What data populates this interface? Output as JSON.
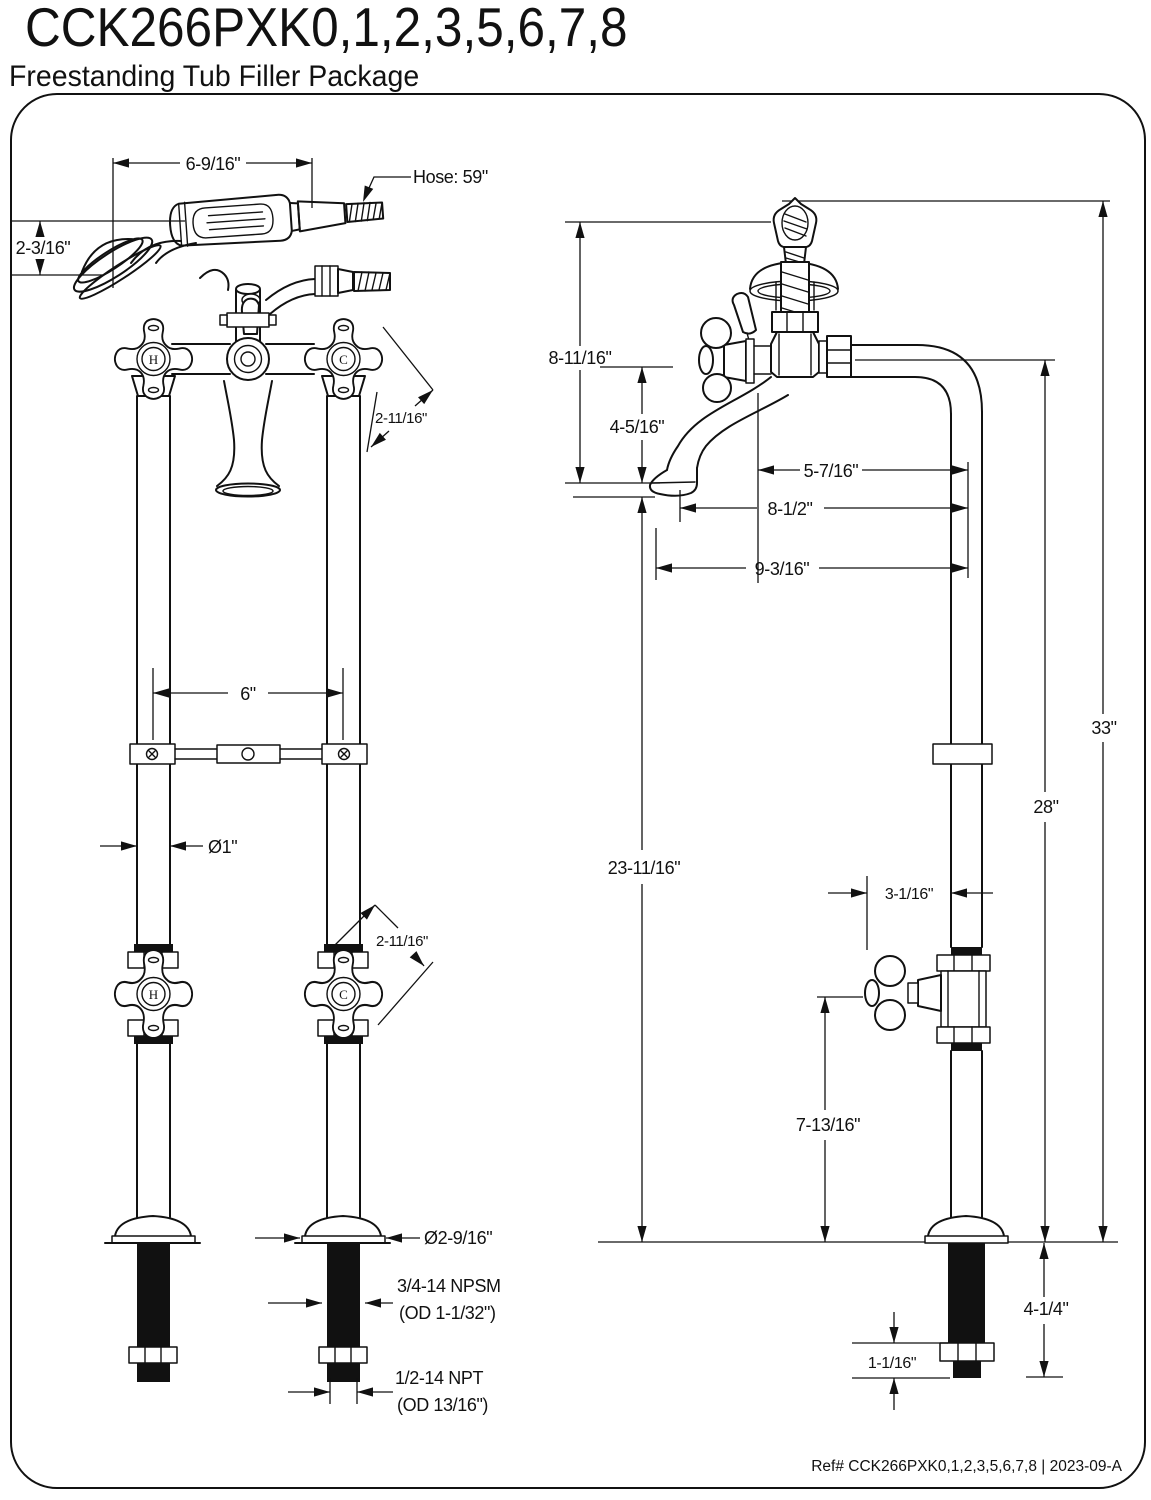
{
  "header": {
    "model_number": "CCK266PXK0,1,2,3,5,6,7,8",
    "product_name": "Freestanding Tub Filler Package"
  },
  "footer": {
    "reference": "Ref# CCK266PXK0,1,2,3,5,6,7,8 | 2023-09-A"
  },
  "front_view": {
    "handles": {
      "upper_hot": "H",
      "upper_cold": "C",
      "lower_hot": "H",
      "lower_cold": "C"
    },
    "dims": {
      "body_width": "6-9/16\"",
      "hose_length": "Hose: 59\"",
      "shower_head_height": "2-3/16\"",
      "handle_diagonal_upper": "2-11/16\"",
      "pipe_spacing": "6\"",
      "pipe_diameter": "Ø1\"",
      "handle_diagonal_lower": "2-11/16\"",
      "flange_diameter": "Ø2-9/16\"",
      "riser_thread": "3/4-14 NPSM",
      "riser_thread_od": "(OD 1-1/32\")",
      "supply_thread": "1/2-14 NPT",
      "supply_thread_od": "(OD 13/16\")"
    }
  },
  "side_view": {
    "dims": {
      "handle_height": "8-11/16\"",
      "spout_drop": "4-5/16\"",
      "spout_reach": "5-7/16\"",
      "spout_reach_mid": "8-1/2\"",
      "spout_reach_overall": "9-3/16\"",
      "overall_height": "33\"",
      "riser_height": "28\"",
      "spout_to_floor": "23-11/16\"",
      "valve_offset": "3-1/16\"",
      "valve_height": "7-13/16\"",
      "below_floor": "4-1/4\"",
      "locknut": "1-1/16\""
    }
  }
}
